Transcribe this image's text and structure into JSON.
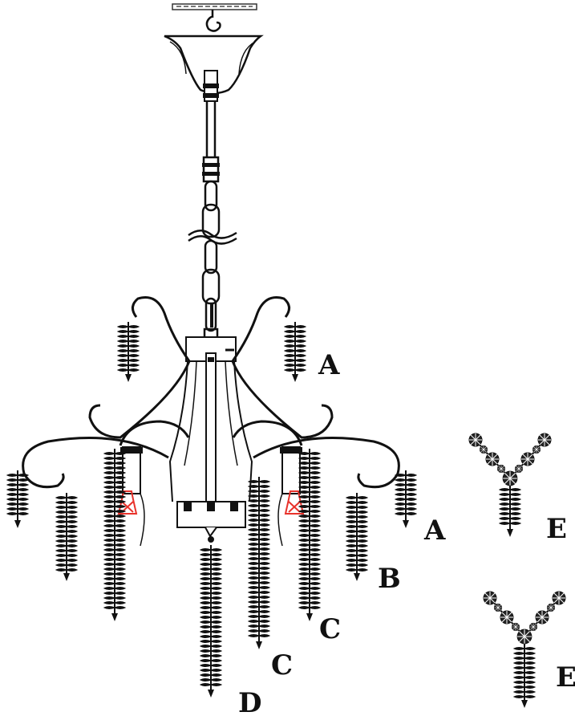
{
  "diagram": {
    "labels": {
      "a_top": "A",
      "a_right": "A",
      "b": "B",
      "c_right": "C",
      "c_center": "C",
      "d": "D",
      "e_top": "E",
      "e_bottom": "E"
    },
    "colors": {
      "line": "#111111",
      "bulb": "#e8322b",
      "hook_plate": "#777777"
    }
  }
}
